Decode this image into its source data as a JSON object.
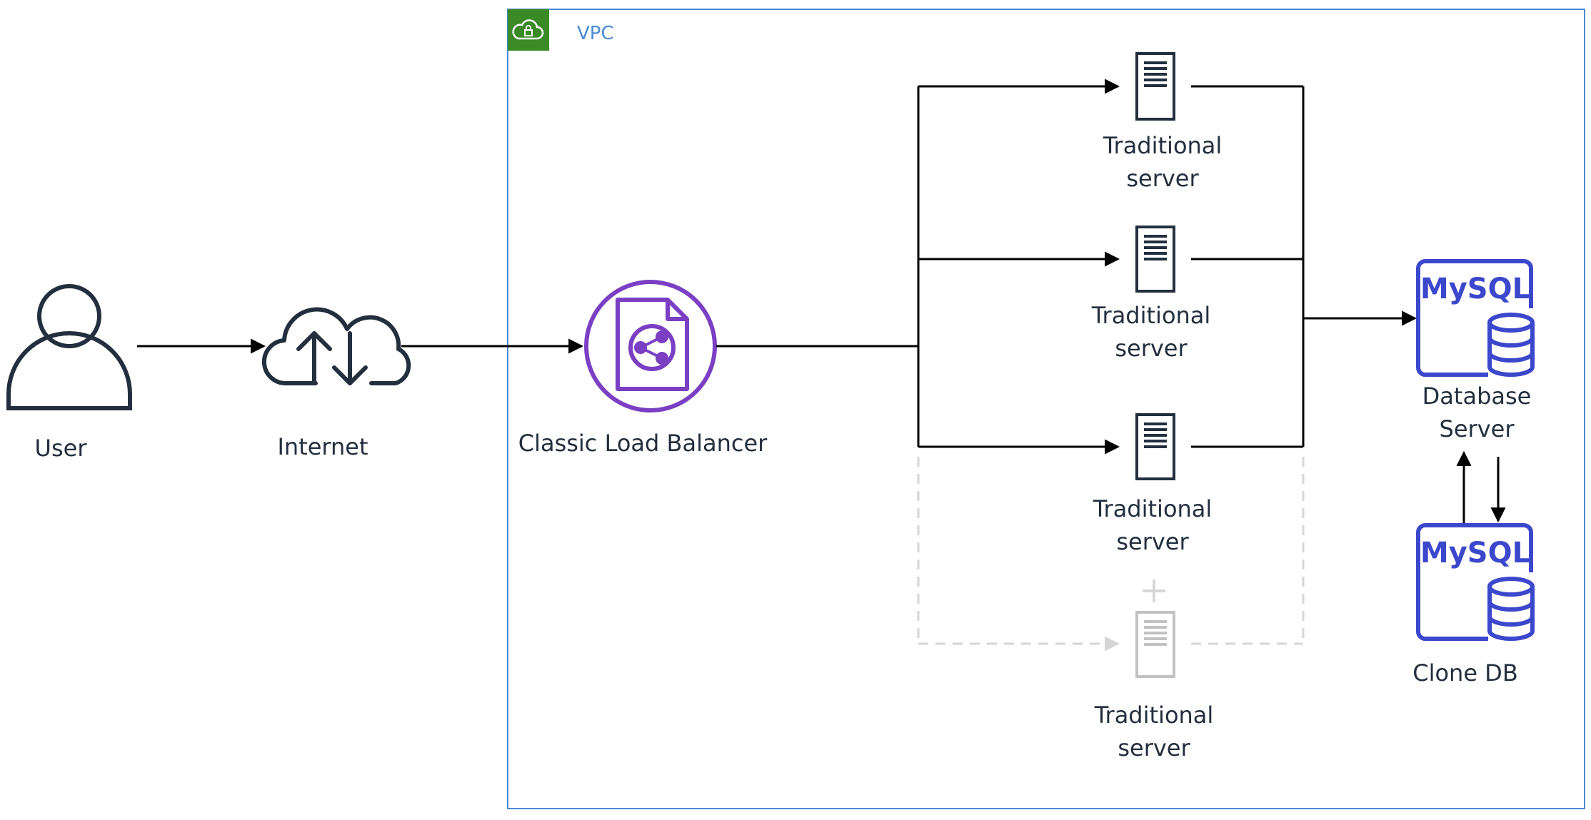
{
  "vpc": {
    "label": "VPC",
    "border_color": "#4a8bd3",
    "badge_color": "#3a8a26"
  },
  "nodes": {
    "user": {
      "label": "User",
      "icon": "user-icon"
    },
    "internet": {
      "label": "Internet",
      "icon": "cloud-upload-download-icon"
    },
    "load_balancer": {
      "label": "Classic Load Balancer",
      "icon": "classic-load-balancer-icon",
      "color": "#7b3fc4"
    },
    "servers": [
      {
        "label_line1": "Traditional",
        "label_line2": "server",
        "state": "active"
      },
      {
        "label_line1": "Traditional",
        "label_line2": "server",
        "state": "active"
      },
      {
        "label_line1": "Traditional",
        "label_line2": "server",
        "state": "active"
      },
      {
        "label_line1": "Traditional",
        "label_line2": "server",
        "state": "scaling"
      }
    ],
    "database": {
      "label_line1": "Database",
      "label_line2": "Server",
      "badge": "MySQL",
      "color": "#3b48cc"
    },
    "clone_db": {
      "label": "Clone DB",
      "badge": "MySQL",
      "color": "#3b48cc"
    }
  },
  "colors": {
    "ink": "#232f3e",
    "connector": "#000000",
    "dashed": "#d6d6d6"
  }
}
